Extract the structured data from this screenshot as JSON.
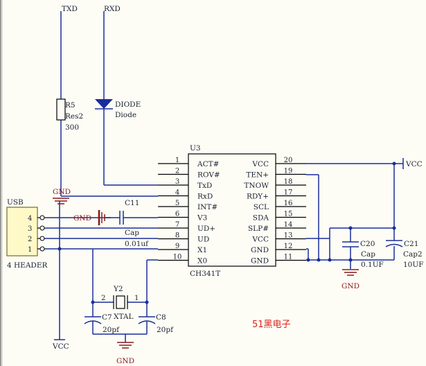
{
  "nets": {
    "txd": "TXD",
    "rxd": "RXD",
    "vcc_right": "VCC",
    "vcc_bottom": "VCC",
    "gnd_usb": "GND",
    "gnd_c11": "GND",
    "gnd_right": "GND",
    "gnd_crystal": "GND"
  },
  "ic": {
    "designator": "U3",
    "part": "CH341T",
    "left_pins": [
      {
        "num": "1",
        "name": "ACT#"
      },
      {
        "num": "2",
        "name": "ROV#"
      },
      {
        "num": "3",
        "name": "TxD"
      },
      {
        "num": "4",
        "name": "RxD"
      },
      {
        "num": "5",
        "name": "INT#"
      },
      {
        "num": "6",
        "name": "V3"
      },
      {
        "num": "7",
        "name": "UD+"
      },
      {
        "num": "8",
        "name": "UD"
      },
      {
        "num": "9",
        "name": "X1"
      },
      {
        "num": "10",
        "name": "X0"
      }
    ],
    "right_pins": [
      {
        "num": "20",
        "name": "VCC"
      },
      {
        "num": "19",
        "name": "TEN+"
      },
      {
        "num": "18",
        "name": "TNOW"
      },
      {
        "num": "17",
        "name": "RDY+"
      },
      {
        "num": "16",
        "name": "SCL"
      },
      {
        "num": "15",
        "name": "SDA"
      },
      {
        "num": "14",
        "name": "SLP#"
      },
      {
        "num": "13",
        "name": "VCC"
      },
      {
        "num": "12",
        "name": "GND"
      },
      {
        "num": "11",
        "name": "GND"
      }
    ]
  },
  "resistor": {
    "designator": "R5",
    "type": "Res2",
    "value": "300"
  },
  "diode": {
    "designator": "DIODE",
    "type": "Diode"
  },
  "usb": {
    "label": "USB",
    "name": "4 HEADER",
    "pins": [
      "4",
      "3",
      "2",
      "1"
    ]
  },
  "c11": {
    "designator": "C11",
    "type": "Cap",
    "value": "0.01uf"
  },
  "c20": {
    "designator": "C20",
    "type": "Cap",
    "value": "0.1UF"
  },
  "c21": {
    "designator": "C21",
    "type": "Cap2",
    "value": "10UF"
  },
  "crystal": {
    "designator": "Y2",
    "type": "XTAL",
    "pin_left": "2",
    "pin_right": "1"
  },
  "c7": {
    "designator": "C7",
    "value": "20pf"
  },
  "c8": {
    "designator": "C8",
    "value": "20pf"
  },
  "watermark": "51黑电子"
}
